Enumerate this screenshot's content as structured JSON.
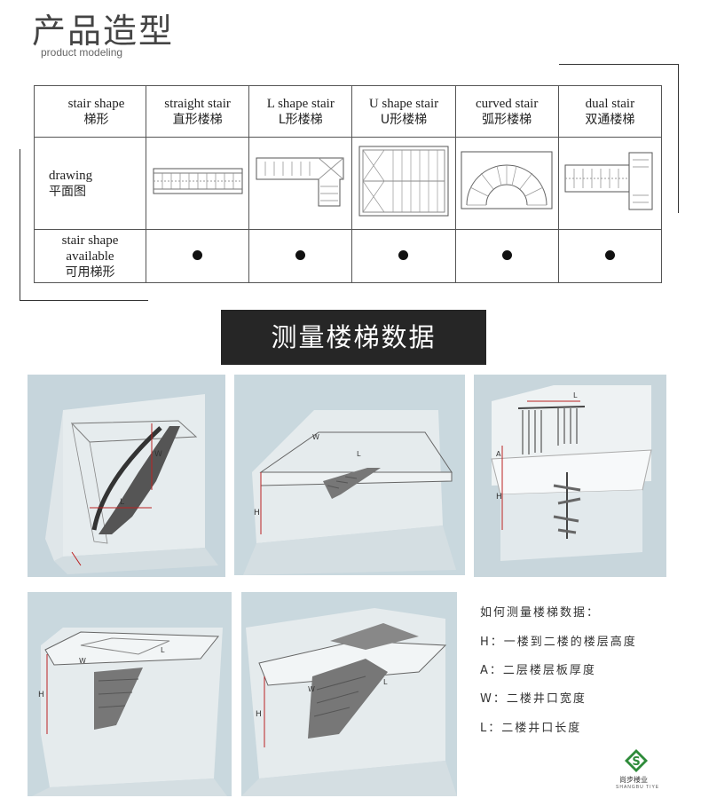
{
  "header": {
    "title_cn": "产品造型",
    "title_en": "product modeling"
  },
  "table": {
    "row_labels": {
      "shape_en": "stair shape",
      "shape_cn": "梯形",
      "drawing_en": "drawing",
      "drawing_cn": "平面图",
      "avail_en1": "stair shape",
      "avail_en2": "available",
      "avail_cn": "可用梯形"
    },
    "columns": [
      {
        "en": "straight stair",
        "cn": "直形楼梯"
      },
      {
        "en": "L shape stair",
        "cn": "L形楼梯"
      },
      {
        "en": "U shape stair",
        "cn": "U形楼梯"
      },
      {
        "en": "curved stair",
        "cn": "弧形楼梯"
      },
      {
        "en": "dual stair",
        "cn": "双通楼梯"
      }
    ]
  },
  "banner": {
    "text": "测量楼梯数据"
  },
  "dimension_labels": {
    "w": "W",
    "l": "L",
    "h": "H",
    "a": "A"
  },
  "legend": {
    "title": "如何测量楼梯数据：",
    "items": [
      "H：一楼到二楼的楼层高度",
      "A：二层楼层板厚度",
      "W：二楼井口宽度",
      "L：二楼井口长度"
    ]
  },
  "logo": {
    "name": "尚步楼业",
    "sub": "SHANGBU TIYE",
    "letter": "S",
    "color": "#2e8b3a"
  }
}
